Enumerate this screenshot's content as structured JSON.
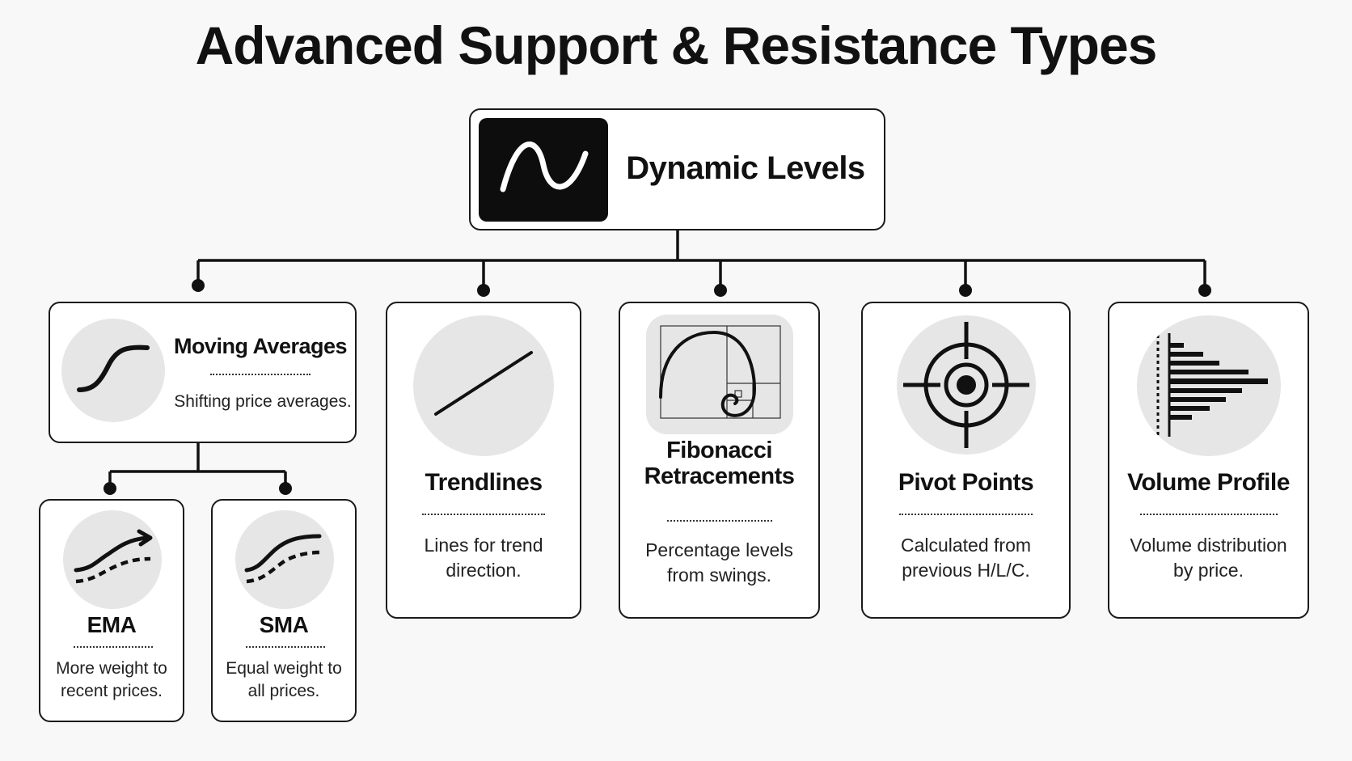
{
  "title": "Advanced Support & Resistance Types",
  "root": {
    "label": "Dynamic Levels",
    "icon": "sine-wave-icon"
  },
  "moving_averages": {
    "title": "Moving Averages",
    "description": "Shifting price averages.",
    "icon": "s-curve-icon",
    "children": [
      {
        "title": "EMA",
        "description_line1": "More weight to",
        "description_line2": "recent prices.",
        "icon": "ema-curve-arrow-icon"
      },
      {
        "title": "SMA",
        "description_line1": "Equal weight to",
        "description_line2": "all prices.",
        "icon": "sma-curve-icon"
      }
    ]
  },
  "branches": [
    {
      "title": "Trendlines",
      "description_line1": "Lines for trend",
      "description_line2": "direction.",
      "icon": "diagonal-line-icon"
    },
    {
      "title_line1": "Fibonacci",
      "title_line2": "Retracements",
      "description_line1": "Percentage levels",
      "description_line2": "from swings.",
      "icon": "golden-spiral-icon"
    },
    {
      "title": "Pivot Points",
      "description_line1": "Calculated from",
      "description_line2": "previous H/L/C.",
      "icon": "crosshair-target-icon"
    },
    {
      "title": "Volume Profile",
      "description_line1": "Volume distribution",
      "description_line2": "by price.",
      "icon": "volume-histogram-icon"
    }
  ]
}
